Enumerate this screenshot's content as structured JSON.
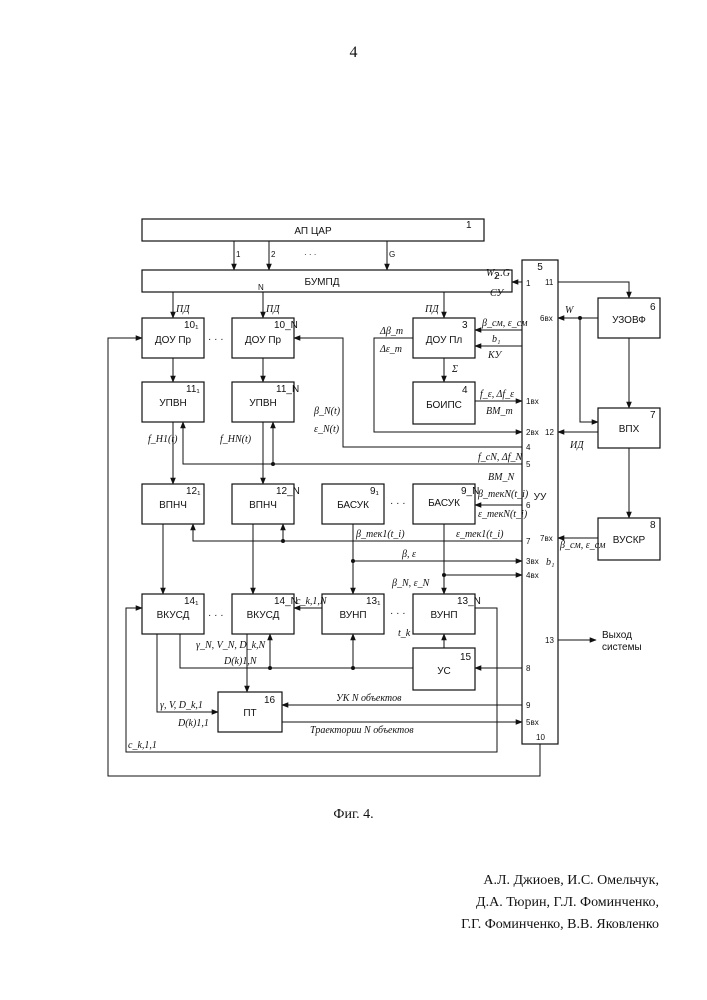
{
  "page_number": "4",
  "figure_caption": "Фиг. 4.",
  "authors": [
    "А.Л. Джиоев,  И.С. Омельчук,",
    "Д.А. Тюрин, Г.Л. Фоминченко,",
    "Г.Г. Фоминченко, В.В. Яковленко"
  ],
  "blocks": {
    "b1": {
      "label": "АП ЦАР",
      "num": "1"
    },
    "b2": {
      "label": "БУМПД",
      "num": "2"
    },
    "b3": {
      "label": "ДОУ Пл",
      "num": "3"
    },
    "b4": {
      "label": "БОИПС",
      "num": "4"
    },
    "b5": {
      "label": "УУ",
      "num": "5"
    },
    "b6": {
      "label": "УЗОВФ",
      "num": "6"
    },
    "b7": {
      "label": "ВПХ",
      "num": "7"
    },
    "b8": {
      "label": "ВУСКР",
      "num": "8"
    },
    "b9a": {
      "label": "БАСУК",
      "num": "9₁"
    },
    "b9b": {
      "label": "БАСУК",
      "num": "9_N"
    },
    "b10a": {
      "label": "ДОУ Пр",
      "num": "10₁"
    },
    "b10b": {
      "label": "ДОУ Пр",
      "num": "10_N"
    },
    "b11a": {
      "label": "УПВН",
      "num": "11₁"
    },
    "b11b": {
      "label": "УПВН",
      "num": "11_N"
    },
    "b12a": {
      "label": "ВПНЧ",
      "num": "12₁"
    },
    "b12b": {
      "label": "ВПНЧ",
      "num": "12_N"
    },
    "b13a": {
      "label": "ВУНП",
      "num": "13₁"
    },
    "b13b": {
      "label": "ВУНП",
      "num": "13_N"
    },
    "b14a": {
      "label": "ВКУСД",
      "num": "14₁"
    },
    "b14b": {
      "label": "ВКУСД",
      "num": "14_N"
    },
    "b15": {
      "label": "УС",
      "num": "15"
    },
    "b16": {
      "label": "ПТ",
      "num": "16"
    }
  },
  "output_label_1": "Выход",
  "output_label_2": "системы",
  "signals": {
    "pd": "ПД",
    "w1g": "W₁..G",
    "su": "СУ",
    "beta_eps_sm": "β_см, ε_см",
    "b1": "b₁",
    "ku": "КУ",
    "dbeta": "Δβ_m",
    "deps": "Δε_m",
    "sigma": "Σ",
    "fe_dfe": "f_ε, Δf_ε",
    "bm_m": "BM_m",
    "betaN": "β_N(t)",
    "epsN": "ε_N(t)",
    "fh1": "f_H1(t)",
    "fhN": "f_HN(t)",
    "fcN": "f_cN, Δf_N",
    "bmN": "BM_N",
    "w": "W",
    "id": "ИД",
    "beta_tekN": "β_текN(t_i)",
    "eps_tekN": "ε_текN(t_i)",
    "beta_tek1": "β_тек1(t_i)",
    "eps_tek1": "ε_тек1(t_i)",
    "beta_eps": "β, ε",
    "betaN_epsN": "β_N, ε_N",
    "ck1N": "c_k,1,N",
    "gNVN": "γ_N, V_N, D_k,N",
    "d1N": "D(k)1,N",
    "tk": "t_k",
    "gVD": "γ, V, D_k,1",
    "d11": "D(k)1,1",
    "uk": "УК N объектов",
    "traj": "Траектории N объектов",
    "ck11": "c_k,1,1",
    "dots": "· · ·",
    "dots2": "· ·"
  },
  "ports": {
    "uu_left": [
      "1",
      "1вх",
      "2вх",
      "4",
      "5",
      "6",
      "7",
      "3вх",
      "4вх",
      "8",
      "9",
      "5вх",
      "10"
    ],
    "uu_right": [
      "11",
      "6вх",
      "12",
      "7вх",
      "13"
    ],
    "bus": [
      "1",
      "2",
      "G",
      "N"
    ]
  }
}
